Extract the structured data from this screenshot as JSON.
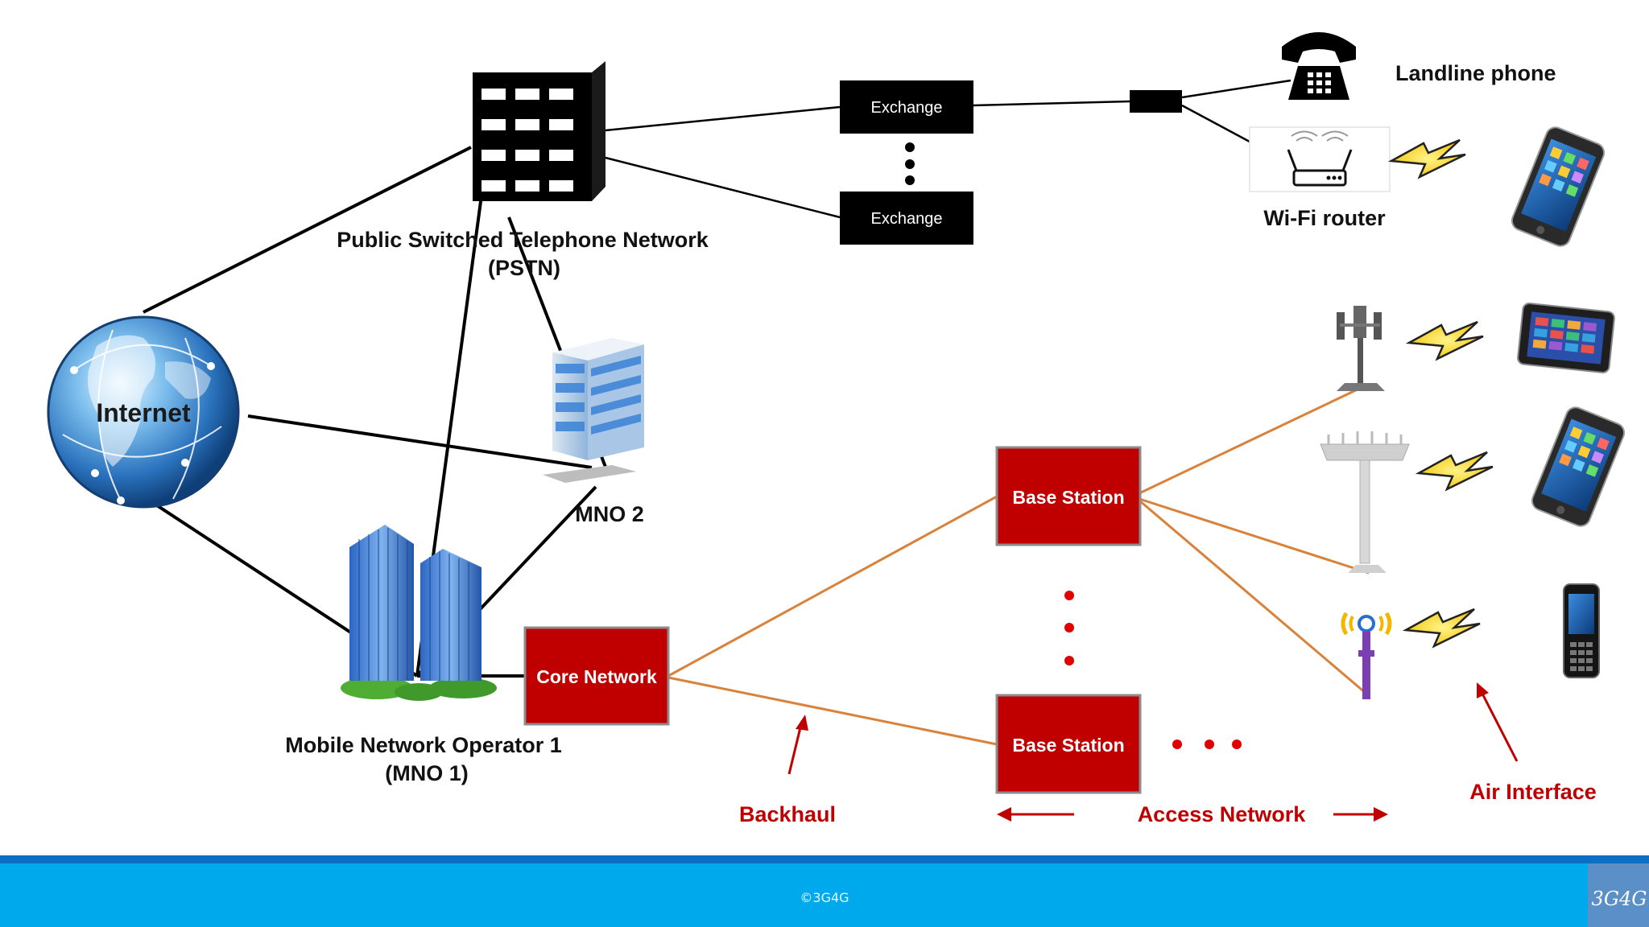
{
  "labels": {
    "pstn_line1": "Public Switched Telephone Network",
    "pstn_line2": "(PSTN)",
    "internet": "Internet",
    "mno2": "MNO 2",
    "mno1_line1": "Mobile Network Operator 1",
    "mno1_line2": "(MNO 1)",
    "exchange_top": "Exchange",
    "exchange_bottom": "Exchange",
    "landline": "Landline phone",
    "wifi_router": "Wi-Fi router",
    "core_network": "Core Network",
    "base_station_top": "Base Station",
    "base_station_bottom": "Base Station",
    "backhaul": "Backhaul",
    "access_network": "Access Network",
    "air_interface": "Air Interface"
  },
  "footer": {
    "copyright": "©3G4G",
    "logo": "3G4G"
  },
  "colors": {
    "black_link": "#000000",
    "orange_link": "#d9823b",
    "red_box": "#c00000",
    "red_text": "#c00000",
    "footer_bar": "#00a9ec",
    "footer_stripe": "#0b6fc4"
  }
}
